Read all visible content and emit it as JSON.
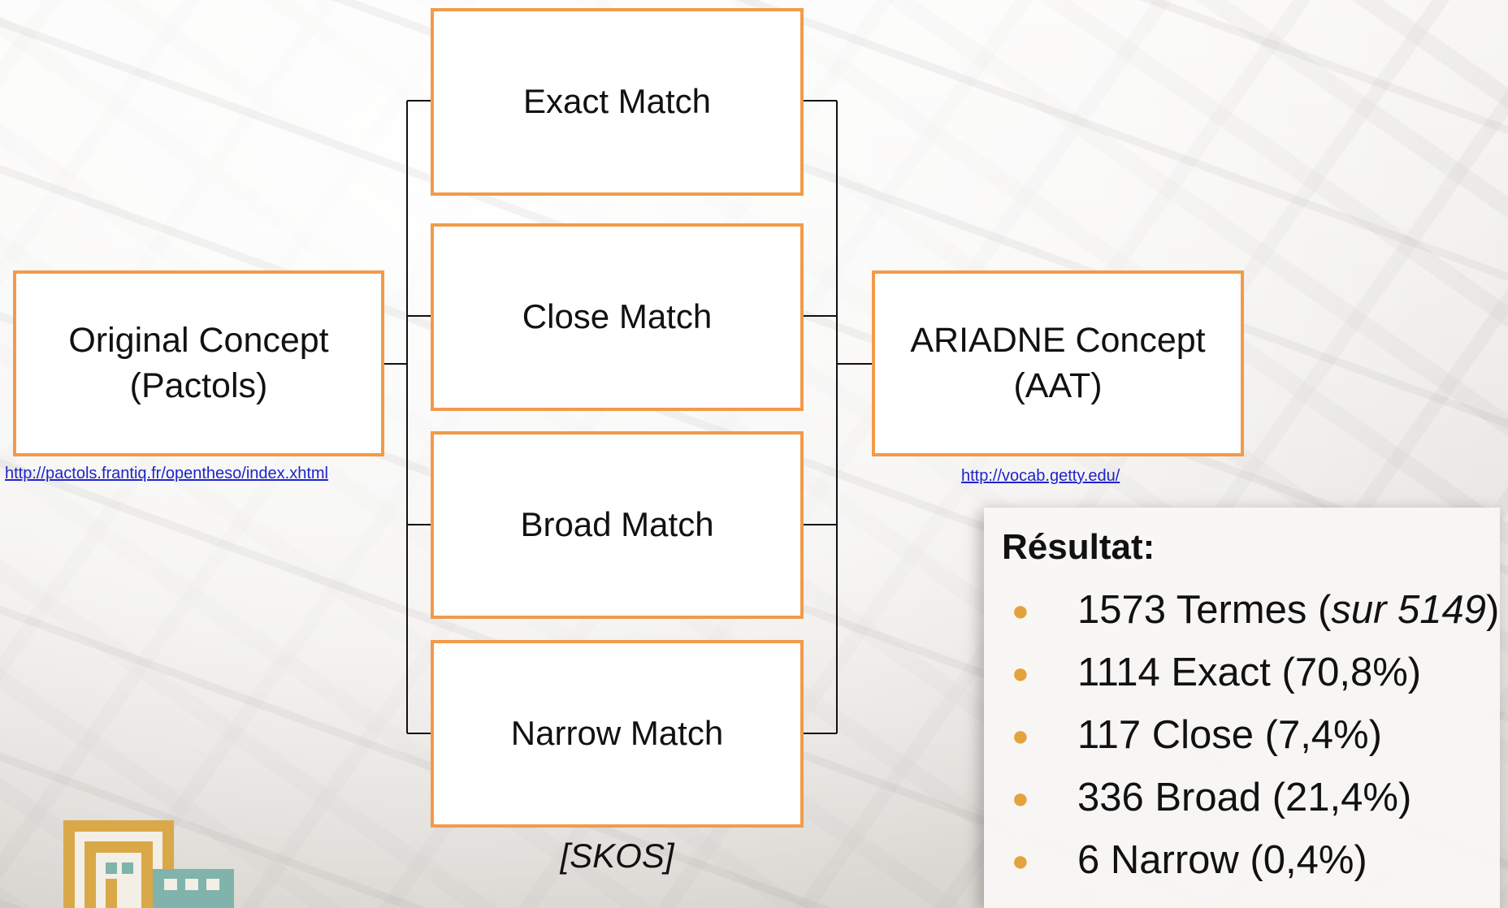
{
  "diagram": {
    "match_boxes": [
      {
        "label": "Exact Match"
      },
      {
        "label": "Close Match"
      },
      {
        "label": "Broad Match"
      },
      {
        "label": "Narrow Match"
      }
    ],
    "original_concept": {
      "label": "Original Concept\n(Pactols)"
    },
    "ariadne_concept": {
      "label": "ARIADNE Concept\n(AAT)"
    },
    "links": {
      "pactols": "http://pactols.frantiq.fr/opentheso/index.xhtml",
      "getty": "http://vocab.getty.edu/"
    },
    "skos_caption": "[SKOS]",
    "box_border_color": "#f29a4a"
  },
  "results": {
    "title": "Résultat:",
    "items": [
      {
        "main": "1573 Termes (",
        "italic": "sur 5149",
        "tail": ")"
      },
      {
        "main": "1114 Exact (70,8%)",
        "italic": "",
        "tail": ""
      },
      {
        "main": "117 Close (7,4%)",
        "italic": "",
        "tail": ""
      },
      {
        "main": "336 Broad (21,4%)",
        "italic": "",
        "tail": ""
      },
      {
        "main": "6 Narrow (0,4%)",
        "italic": "",
        "tail": ""
      }
    ],
    "bullet_color": "#e5a23c"
  },
  "logo": {
    "icon": "maze-logo-icon"
  }
}
